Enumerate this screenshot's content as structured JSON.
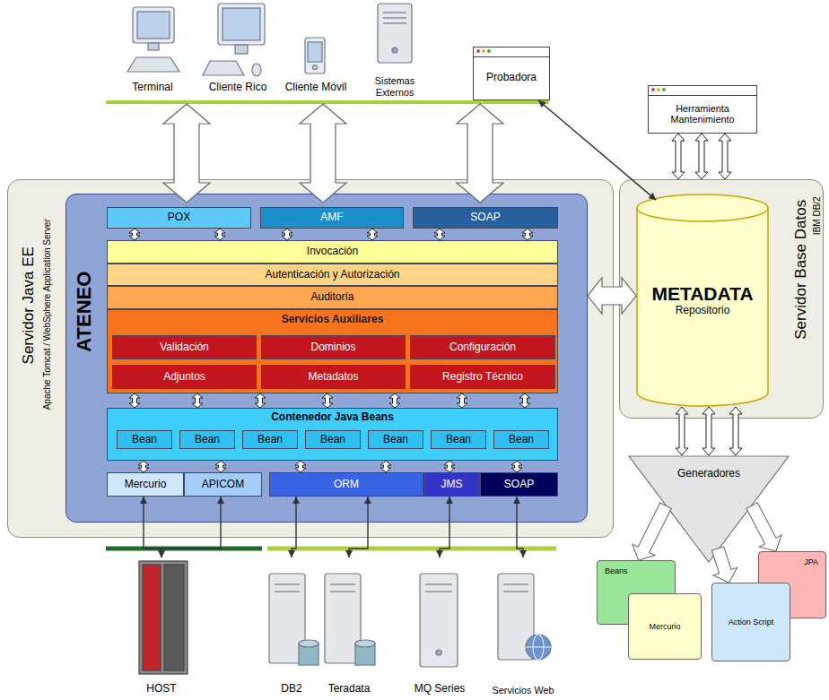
{
  "diagram": {
    "nodes": [
      {
        "text": [
          "Terminal"
        ]
      },
      {
        "text": [
          "Cliente Rico"
        ]
      },
      {
        "text": [
          "Cliente Móvil"
        ]
      },
      {
        "text": [
          "Sistemas Externos"
        ]
      },
      {
        "text": [
          "Probadora"
        ]
      },
      {
        "text": [
          "Herramienta Mantenimiento"
        ]
      },
      {
        "text": [
          "Servidor Java EE",
          "Apache Tomcat / WebSphere Application Server"
        ]
      },
      {
        "text": [
          "ATENEO"
        ],
        "in": 6
      },
      {
        "text": [
          "POX"
        ],
        "in": 7
      },
      {
        "text": [
          "AMF"
        ],
        "in": 7
      },
      {
        "text": [
          "SOAP"
        ],
        "in": 7
      },
      {
        "text": [
          "Invocación"
        ],
        "in": 7
      },
      {
        "text": [
          "Autenticación y Autorización"
        ],
        "in": 7
      },
      {
        "text": [
          "Auditoría"
        ],
        "in": 7
      },
      {
        "text": [
          "Servicios Auxiliares"
        ],
        "in": 7
      },
      {
        "text": [
          "Validación"
        ],
        "in": 14
      },
      {
        "text": [
          "Dominios"
        ],
        "in": 14
      },
      {
        "text": [
          "Configuración"
        ],
        "in": 14
      },
      {
        "text": [
          "Adjuntos"
        ],
        "in": 14
      },
      {
        "text": [
          "Metadatos"
        ],
        "in": 14
      },
      {
        "text": [
          "Registro Técnico"
        ],
        "in": 14
      },
      {
        "text": [
          "Contenedor Java Beans"
        ],
        "in": 7
      },
      {
        "text": [
          "Bean"
        ],
        "in": 21
      },
      {
        "text": [
          "Bean"
        ],
        "in": 21
      },
      {
        "text": [
          "Bean"
        ],
        "in": 21
      },
      {
        "text": [
          "Bean"
        ],
        "in": 21
      },
      {
        "text": [
          "Bean"
        ],
        "in": 21
      },
      {
        "text": [
          "Bean"
        ],
        "in": 21
      },
      {
        "text": [
          "Bean"
        ],
        "in": 21
      },
      {
        "text": [
          "Mercurio"
        ],
        "in": 7
      },
      {
        "text": [
          "APICOM"
        ],
        "in": 7
      },
      {
        "text": [
          "ORM"
        ],
        "in": 7
      },
      {
        "text": [
          "JMS"
        ],
        "in": 7
      },
      {
        "text": [
          "SOAP"
        ],
        "in": 7
      },
      {
        "text": [
          "Servidor Base Datos",
          "IBM DB/2"
        ]
      },
      {
        "text": [
          "METADATA",
          "Repositorio"
        ],
        "in": 34
      },
      {
        "text": [
          "Generadores"
        ]
      },
      {
        "text": [
          "Beans"
        ]
      },
      {
        "text": [
          "JPA"
        ]
      },
      {
        "text": [
          "Mercurio"
        ]
      },
      {
        "text": [
          "Action Script"
        ]
      },
      {
        "text": [
          "HOST"
        ]
      },
      {
        "text": [
          "DB2"
        ]
      },
      {
        "text": [
          "Teradata"
        ]
      },
      {
        "text": [
          "MQ Series"
        ]
      },
      {
        "text": [
          "Servicios Web"
        ]
      }
    ],
    "edges": [
      {
        "from": 4,
        "to": 35,
        "arrow": "both"
      },
      {
        "from": 5,
        "to": 34,
        "arrow": "both"
      },
      {
        "from": 8,
        "to": 11,
        "arrow": "both"
      },
      {
        "from": 9,
        "to": 11,
        "arrow": "both"
      },
      {
        "from": 10,
        "to": 11,
        "arrow": "both"
      },
      {
        "from": 7,
        "to": 35,
        "arrow": "both"
      },
      {
        "from": 35,
        "to": 36,
        "arrow": "both"
      },
      {
        "from": 36,
        "to": 37,
        "arrow": "to"
      },
      {
        "from": 36,
        "to": 38,
        "arrow": "to"
      },
      {
        "from": 36,
        "to": 40,
        "arrow": "to"
      },
      {
        "from": 14,
        "to": 21,
        "arrow": "both"
      },
      {
        "from": 21,
        "to": 29,
        "arrow": "both"
      },
      {
        "from": 21,
        "to": 30,
        "arrow": "both"
      },
      {
        "from": 21,
        "to": 31,
        "arrow": "both"
      },
      {
        "from": 21,
        "to": 32,
        "arrow": "both"
      },
      {
        "from": 21,
        "to": 33,
        "arrow": "both"
      },
      {
        "from": 29,
        "to": 41,
        "arrow": "both"
      },
      {
        "from": 30,
        "to": 41,
        "arrow": "both"
      },
      {
        "from": 31,
        "to": 42,
        "arrow": "both"
      },
      {
        "from": 31,
        "to": 43,
        "arrow": "both"
      },
      {
        "from": 32,
        "to": 44,
        "arrow": "both"
      },
      {
        "from": 33,
        "to": 45,
        "arrow": "both"
      }
    ]
  }
}
